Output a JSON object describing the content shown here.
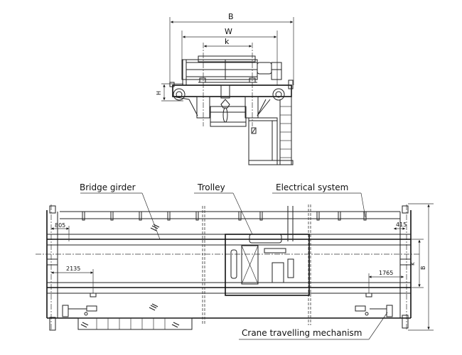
{
  "end_view": {
    "dims": {
      "B": "B",
      "W": "W",
      "K": "k",
      "H": "H"
    }
  },
  "plan_view": {
    "callouts": {
      "bridge_girder": "Bridge girder",
      "trolley": "Trolley",
      "electrical_system": "Electrical system",
      "crane_travelling_mechanism": "Crane travelling mechanism"
    },
    "dims": {
      "left_offset": "805",
      "right_offset": "415",
      "left_hook_approach": "2135",
      "right_hook_approach": "1765",
      "gauge": "k",
      "overall": "B"
    }
  },
  "colors": {
    "line": "#222222",
    "background": "#ffffff"
  }
}
